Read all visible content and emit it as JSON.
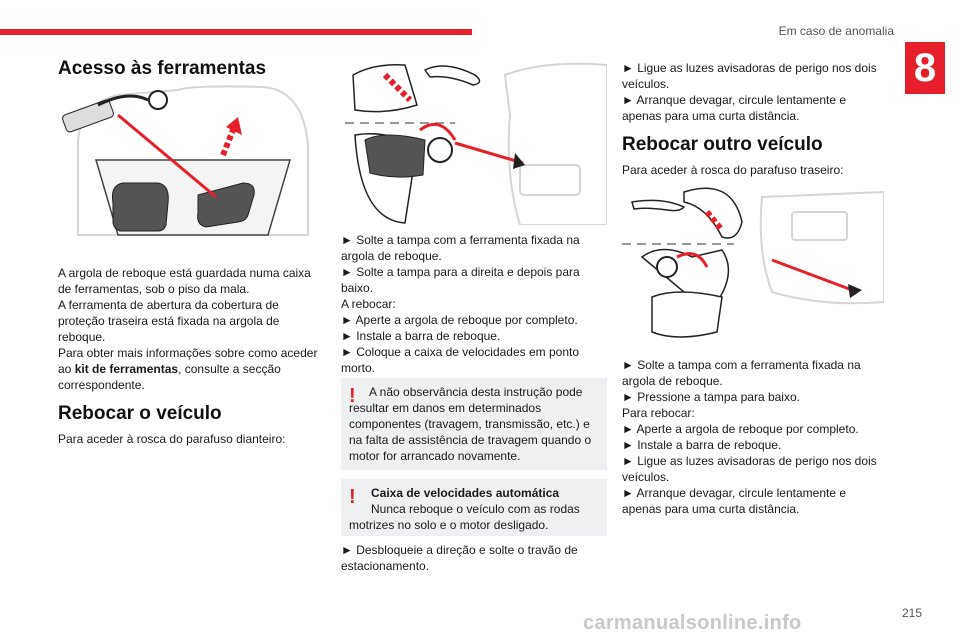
{
  "header": {
    "section": "Em caso de anomalia",
    "chapter": "8",
    "accent_color": "#e5202a"
  },
  "col1": {
    "title": "Acesso às ferramentas",
    "para1": "A argola de reboque está guardada numa caixa de ferramentas, sob o piso da mala.",
    "para2": "A ferramenta de abertura da cobertura de proteção traseira está fixada na argola de reboque.",
    "para3_pre": "Para obter mais informações sobre como aceder ao ",
    "para3_bold": "kit de ferramentas",
    "para3_post": ", consulte a secção correspondente.",
    "title2": "Rebocar o veículo",
    "intro2": "Para aceder à rosca do parafuso dianteiro:"
  },
  "col2": {
    "step1": "► Solte a tampa com a ferramenta fixada na argola de reboque.",
    "step2": "► Solte a tampa para a direita e depois para baixo.",
    "rebocar": "A rebocar:",
    "step3": "► Aperte a argola de reboque por completo.",
    "step4": "► Instale a barra de reboque.",
    "step5": "► Coloque a caixa de velocidades em ponto morto.",
    "warn1": "A não observância desta instrução pode resultar em danos em determinados componentes (travagem, transmissão, etc.) e na falta de assistência de travagem quando o motor for arrancado novamente.",
    "warn2_title": "Caixa de velocidades automática",
    "warn2_text": "Nunca reboque o veículo com as rodas motrizes no solo e o motor desligado.",
    "step6": "► Desbloqueie a direção e solte o travão de estacionamento."
  },
  "col3": {
    "step1": "► Ligue as luzes avisadoras de perigo nos dois veículos.",
    "step2": "► Arranque devagar, circule lentamente e apenas para uma curta distância.",
    "title": "Rebocar outro veículo",
    "intro": "Para aceder à rosca do parafuso traseiro:",
    "step3": "► Solte a tampa com a ferramenta fixada na argola de reboque.",
    "step4": "► Pressione a tampa para baixo.",
    "rebocar": "Para rebocar:",
    "step5": "► Aperte a argola de reboque por completo.",
    "step6": "► Instale a barra de reboque.",
    "step7": "► Ligue as luzes avisadoras de perigo nos dois veículos.",
    "step8": "► Arranque devagar, circule lentamente e apenas para uma curta distância."
  },
  "footer": {
    "page": "215",
    "watermark": "carmanualsonline.info"
  }
}
